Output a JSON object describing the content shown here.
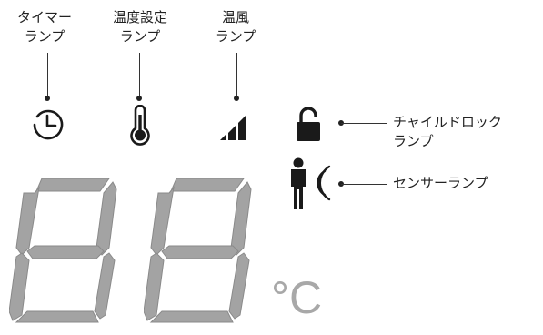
{
  "lamps": {
    "timer": {
      "line1": "タイマー",
      "line2": "ランプ",
      "icon": "clock-icon"
    },
    "temp_setting": {
      "line1": "温度設定",
      "line2": "ランプ",
      "icon": "thermometer-icon"
    },
    "fan": {
      "line1": "温風",
      "line2": "ランプ",
      "icon": "signal-bars-icon"
    },
    "child_lock": {
      "line1": "チャイルドロック",
      "line2": "ランプ",
      "icon": "unlocked-padlock-icon"
    },
    "sensor": {
      "line1": "センサーランプ",
      "icon": "person-sensor-icon"
    }
  },
  "display": {
    "digits": [
      "8",
      "8"
    ],
    "unit": "°C"
  },
  "colors": {
    "segment": "#a3a3a3",
    "segment_stroke": "#8a8a8a",
    "icon": "#1a1a1a",
    "text": "#222222"
  }
}
